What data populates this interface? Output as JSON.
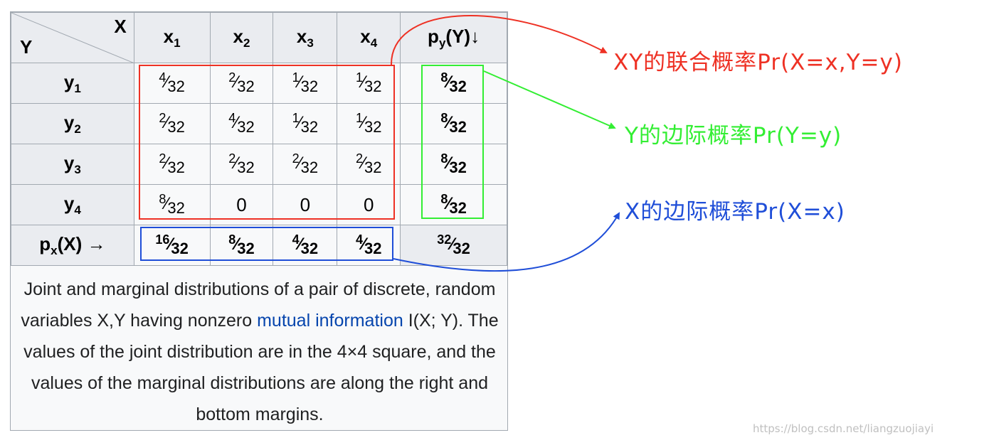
{
  "table": {
    "corner_x": "X",
    "corner_y": "Y",
    "col_headers": [
      {
        "base": "x",
        "sub": "1"
      },
      {
        "base": "x",
        "sub": "2"
      },
      {
        "base": "x",
        "sub": "3"
      },
      {
        "base": "x",
        "sub": "4"
      }
    ],
    "right_header": {
      "base": "p",
      "sub": "y",
      "rest": "(Y)↓"
    },
    "rows": [
      {
        "label": {
          "base": "y",
          "sub": "1"
        },
        "cells": [
          {
            "num": "4",
            "den": "32"
          },
          {
            "num": "2",
            "den": "32"
          },
          {
            "num": "1",
            "den": "32"
          },
          {
            "num": "1",
            "den": "32"
          }
        ],
        "marginal": {
          "num": "8",
          "den": "32"
        }
      },
      {
        "label": {
          "base": "y",
          "sub": "2"
        },
        "cells": [
          {
            "num": "2",
            "den": "32"
          },
          {
            "num": "4",
            "den": "32"
          },
          {
            "num": "1",
            "den": "32"
          },
          {
            "num": "1",
            "den": "32"
          }
        ],
        "marginal": {
          "num": "8",
          "den": "32"
        }
      },
      {
        "label": {
          "base": "y",
          "sub": "3"
        },
        "cells": [
          {
            "num": "2",
            "den": "32"
          },
          {
            "num": "2",
            "den": "32"
          },
          {
            "num": "2",
            "den": "32"
          },
          {
            "num": "2",
            "den": "32"
          }
        ],
        "marginal": {
          "num": "8",
          "den": "32"
        }
      },
      {
        "label": {
          "base": "y",
          "sub": "4"
        },
        "cells": [
          {
            "num": "8",
            "den": "32"
          },
          {
            "text": "0"
          },
          {
            "text": "0"
          },
          {
            "text": "0"
          }
        ],
        "marginal": {
          "num": "8",
          "den": "32"
        }
      }
    ],
    "bottom_label": {
      "base": "p",
      "sub": "x",
      "rest": "(X) →"
    },
    "bottom_cells": [
      {
        "num": "16",
        "den": "32"
      },
      {
        "num": "8",
        "den": "32"
      },
      {
        "num": "4",
        "den": "32"
      },
      {
        "num": "4",
        "den": "32"
      }
    ],
    "total": {
      "num": "32",
      "den": "32"
    }
  },
  "caption": {
    "part1": "Joint and marginal distributions of a pair of discrete, random variables X,Y having nonzero ",
    "link": "mutual information",
    "part2": " I(X; Y). The values of the joint distribution are in the 4×4 square, and the values of the marginal distributions are along the right and bottom margins."
  },
  "annotations": {
    "joint": "XY的联合概率Pr(X=x,Y=y)",
    "marginal_y": "Y的边际概率Pr(Y=y)",
    "marginal_x": "X的边际概率Pr(X=x)"
  },
  "colors": {
    "joint": "#ee3124",
    "marginal_y": "#33ee33",
    "marginal_x": "#1f4ed8",
    "link": "#0645ad"
  },
  "watermark": "https://blog.csdn.net/liangzuojiayi"
}
